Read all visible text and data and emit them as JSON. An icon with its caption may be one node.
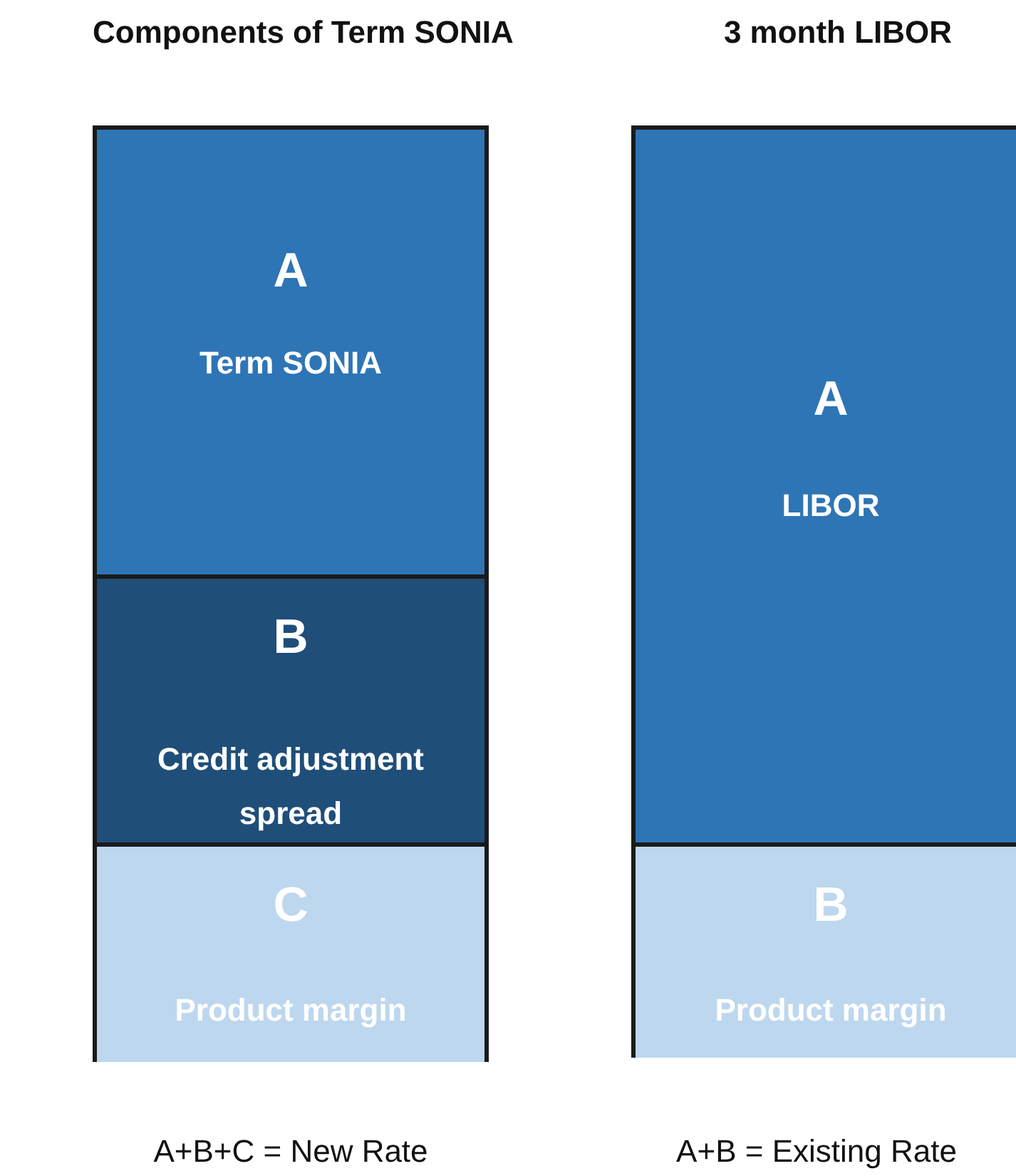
{
  "diagram": {
    "nodes": [
      {
        "text": [
          "Components of Term SONIA"
        ],
        "beside": [
          "A+B+C = New Rate"
        ]
      },
      {
        "text": [
          "A",
          "Term SONIA"
        ],
        "in": 0
      },
      {
        "text": [
          "B",
          "Credit adjustment spread"
        ],
        "in": 0
      },
      {
        "text": [
          "C",
          "Product margin"
        ],
        "in": 0
      },
      {
        "text": [
          "3 month LIBOR"
        ],
        "beside": [
          "A+B = Existing Rate"
        ]
      },
      {
        "text": [
          "A",
          "LIBOR"
        ],
        "in": 4
      },
      {
        "text": [
          "B",
          "Product margin"
        ],
        "in": 4
      }
    ],
    "edges": []
  }
}
